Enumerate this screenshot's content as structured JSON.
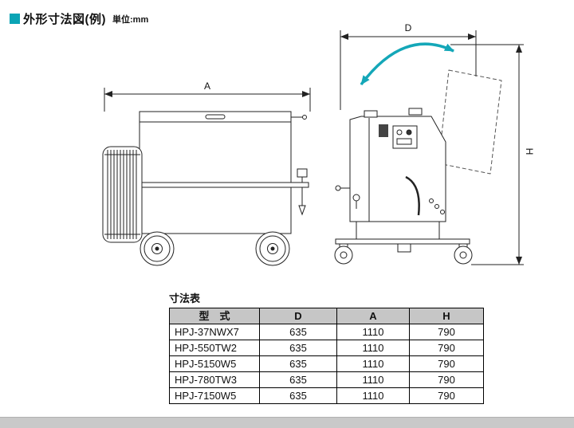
{
  "page": {
    "title": "外形寸法図(例)",
    "unit_label": "単位:mm",
    "accent_color": "#0aa4b5",
    "arrow_color": "#14a7b8"
  },
  "drawings": {
    "front_view": {
      "dim_label": "A"
    },
    "side_view": {
      "dim_top_label": "D",
      "dim_right_label": "H"
    }
  },
  "table": {
    "caption": "寸法表",
    "headers": [
      "型　式",
      "D",
      "A",
      "H"
    ],
    "rows": [
      {
        "model": "HPJ-37NWX7",
        "d": "635",
        "a": "1110",
        "h": "790"
      },
      {
        "model": "HPJ-550TW2",
        "d": "635",
        "a": "1110",
        "h": "790"
      },
      {
        "model": "HPJ-5150W5",
        "d": "635",
        "a": "1110",
        "h": "790"
      },
      {
        "model": "HPJ-780TW3",
        "d": "635",
        "a": "1110",
        "h": "790"
      },
      {
        "model": "HPJ-7150W5",
        "d": "635",
        "a": "1110",
        "h": "790"
      }
    ]
  }
}
